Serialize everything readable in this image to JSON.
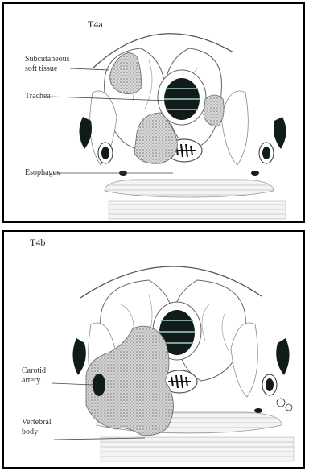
{
  "panels": [
    {
      "title": "T4a",
      "labels": {
        "subcutaneous": "Subcutaneous",
        "subcutaneous_line2": "soft tissue",
        "trachea": "Trachea",
        "esophagus": "Esophagus"
      }
    },
    {
      "title": "T4b",
      "labels": {
        "carotid": "Carotid",
        "carotid_line2": "artery",
        "vertebral": "Vertebral",
        "vertebral_line2": "body"
      }
    }
  ],
  "colors": {
    "border": "#000000",
    "ink": "#333333",
    "tumor_fill": "#bdbdbd",
    "dark_structure": "#0f1c1a"
  }
}
